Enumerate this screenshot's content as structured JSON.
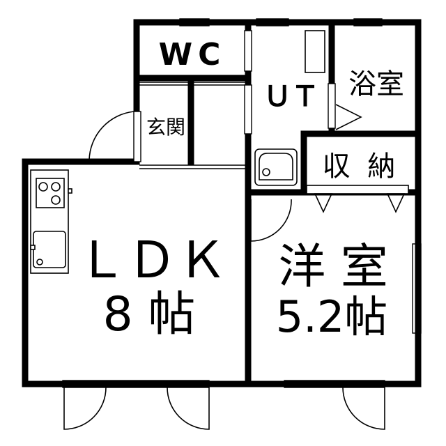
{
  "rooms": {
    "wc": "WC",
    "ut": "ＵＴ",
    "bath": "浴室",
    "entrance": "玄関",
    "storage": "収 納",
    "ldk_name": "ＬＤＫ",
    "ldk_size": "8 帖",
    "western_name": "洋 室",
    "western_size": "5.2帖"
  },
  "colors": {
    "line": "#000000",
    "background": "#ffffff"
  }
}
